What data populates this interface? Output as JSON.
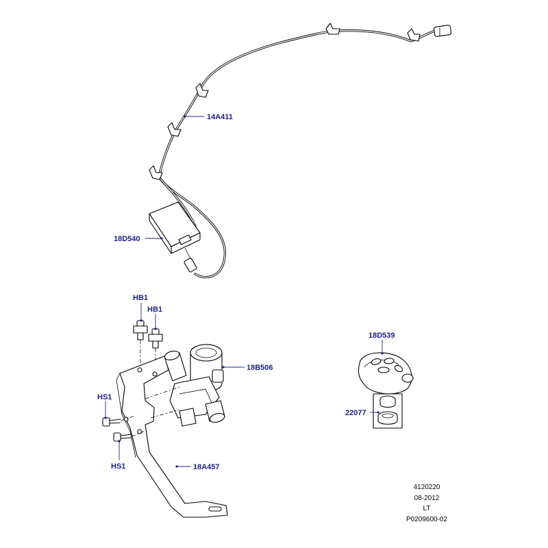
{
  "callouts": {
    "harness": "14A411",
    "receiver": "18D540",
    "bolt_a": "HB1",
    "bolt_b": "HB1",
    "valve": "18B506",
    "screw_a": "HS1",
    "screw_b": "HS1",
    "bracket": "18A457",
    "fob": "18D539",
    "battery": "22077"
  },
  "footer": {
    "code": "4120220",
    "date": "08-2012",
    "variant": "LT",
    "ref": "P0209600-02"
  }
}
